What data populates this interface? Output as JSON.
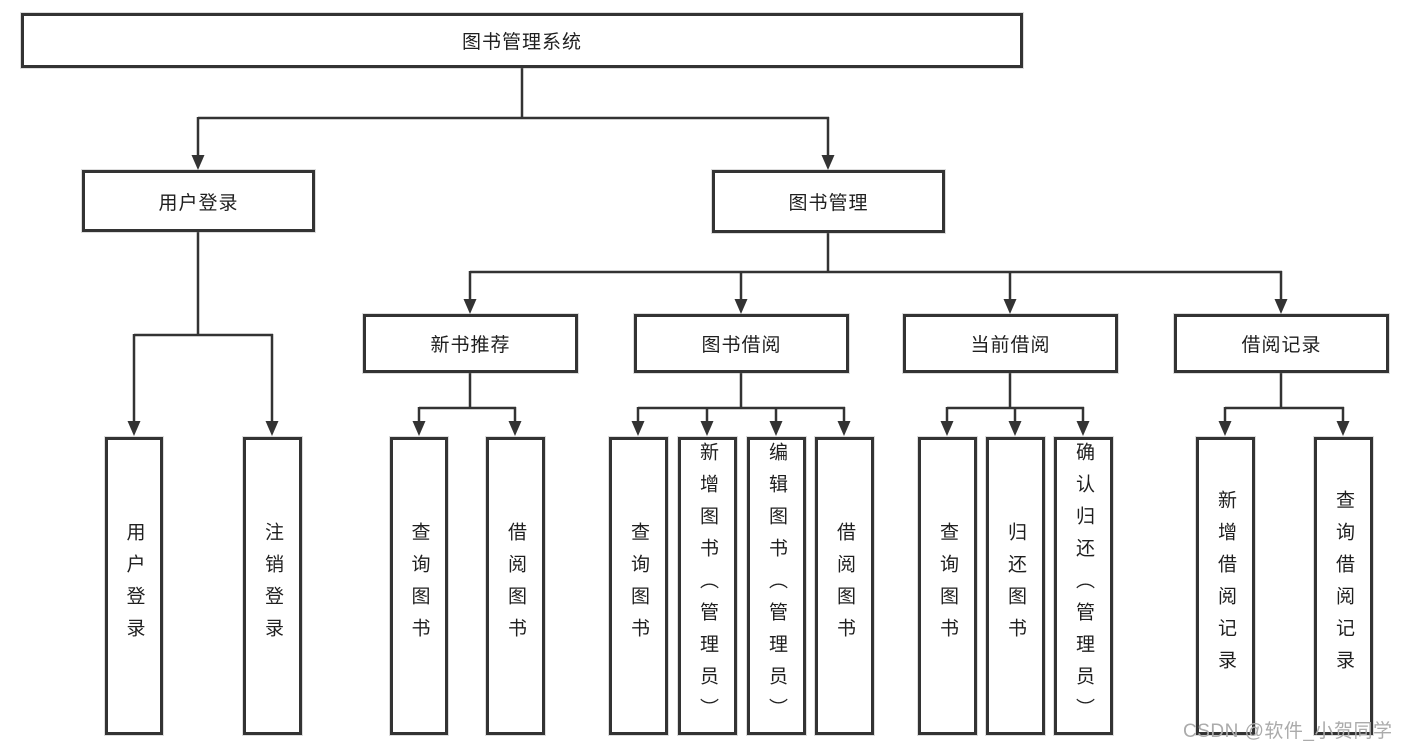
{
  "diagram": {
    "root": {
      "label": "图书管理系统"
    },
    "level2": [
      {
        "label": "用户登录",
        "children": [
          {
            "label": "用户登录"
          },
          {
            "label": "注销登录"
          }
        ]
      },
      {
        "label": "图书管理",
        "children": [
          {
            "label": "新书推荐",
            "children": [
              {
                "label": "查询图书"
              },
              {
                "label": "借阅图书"
              }
            ]
          },
          {
            "label": "图书借阅",
            "children": [
              {
                "label": "查询图书"
              },
              {
                "label": "新增图书（管理员）"
              },
              {
                "label": "编辑图书（管理员）"
              },
              {
                "label": "借阅图书"
              }
            ]
          },
          {
            "label": "当前借阅",
            "children": [
              {
                "label": "查询图书"
              },
              {
                "label": "归还图书"
              },
              {
                "label": "确认归还（管理员）"
              }
            ]
          },
          {
            "label": "借阅记录",
            "children": [
              {
                "label": "新增借阅记录"
              },
              {
                "label": "查询借阅记录"
              }
            ]
          }
        ]
      }
    ]
  },
  "watermark": {
    "text": "CSDN @软件_小贺同学"
  },
  "colors": {
    "line": "#333333",
    "box_border": "#333333",
    "text": "#1f1f1f",
    "watermark": "#ababab",
    "background": "#ffffff"
  }
}
